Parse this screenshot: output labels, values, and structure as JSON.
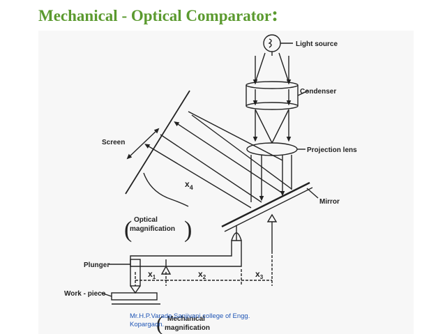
{
  "slide": {
    "title": "Mechanical - Optical Comparator",
    "title_colon": ":",
    "colors": {
      "title": "#5b9a2f",
      "footer": "#1f55b5",
      "ink": "#222222"
    }
  },
  "diagram": {
    "labels": {
      "light_source": "Light source",
      "condenser": "Condenser",
      "projection_lens": "Projection lens",
      "mirror": "Mirror",
      "screen": "Screen",
      "x4": "x",
      "x4_sub": "4",
      "optical_magnification_line1": "Optical",
      "optical_magnification_line2": "magnification",
      "plunger": "Plunger",
      "work_piece": "Work - piece",
      "x1": "x",
      "x1_sub": "1",
      "x2": "x",
      "x2_sub": "2",
      "x3": "x",
      "x3_sub": "3",
      "mechanical_magnification_line1": "Mechanical",
      "mechanical_magnification_line2": "magnification"
    }
  },
  "footer": {
    "line1": "Mr.H.P.Varade,Sanjivani college of Engg.",
    "line2": "Kopargaon."
  }
}
